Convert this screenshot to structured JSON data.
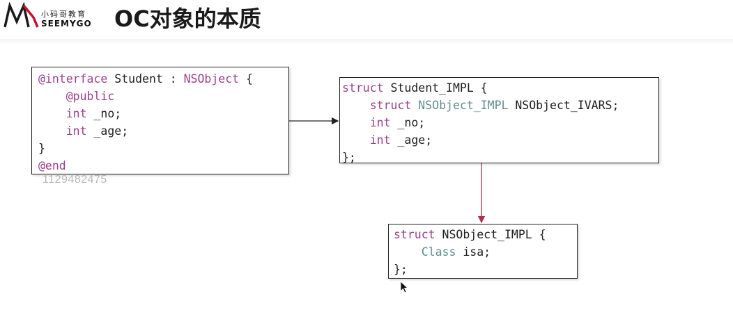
{
  "header": {
    "logo_text_cn": "小码哥教育",
    "logo_text_en": "SEEMYGO",
    "title": "OC对象的本质"
  },
  "boxes": {
    "interface": [
      [
        {
          "t": "@interface",
          "c": "kw"
        },
        {
          "t": " Student : ",
          "c": "plain"
        },
        {
          "t": "NSObject",
          "c": "kw"
        },
        {
          "t": " {",
          "c": "plain"
        }
      ],
      [
        {
          "t": "    ",
          "c": "plain"
        },
        {
          "t": "@public",
          "c": "kw"
        }
      ],
      [
        {
          "t": "    ",
          "c": "plain"
        },
        {
          "t": "int",
          "c": "kw"
        },
        {
          "t": " _no;",
          "c": "plain"
        }
      ],
      [
        {
          "t": "    ",
          "c": "plain"
        },
        {
          "t": "int",
          "c": "kw"
        },
        {
          "t": " _age;",
          "c": "plain"
        }
      ],
      [
        {
          "t": "}",
          "c": "plain"
        }
      ],
      [
        {
          "t": "@end",
          "c": "kw"
        }
      ]
    ],
    "student_impl": [
      [
        {
          "t": "struct",
          "c": "kw"
        },
        {
          "t": " Student_IMPL {",
          "c": "plain"
        }
      ],
      [
        {
          "t": "    ",
          "c": "plain"
        },
        {
          "t": "struct",
          "c": "kw"
        },
        {
          "t": " ",
          "c": "plain"
        },
        {
          "t": "NSObject_IMPL",
          "c": "ty"
        },
        {
          "t": " NSObject_IVARS;",
          "c": "plain"
        }
      ],
      [
        {
          "t": "    ",
          "c": "plain"
        },
        {
          "t": "int",
          "c": "kw"
        },
        {
          "t": " _no;",
          "c": "plain"
        }
      ],
      [
        {
          "t": "    ",
          "c": "plain"
        },
        {
          "t": "int",
          "c": "kw"
        },
        {
          "t": " _age;",
          "c": "plain"
        }
      ],
      [
        {
          "t": "};",
          "c": "plain"
        }
      ]
    ],
    "nsobject_impl": [
      [
        {
          "t": "struct",
          "c": "kw"
        },
        {
          "t": " NSObject_IMPL {",
          "c": "plain"
        }
      ],
      [
        {
          "t": "    ",
          "c": "plain"
        },
        {
          "t": "Class",
          "c": "ty"
        },
        {
          "t": " isa;",
          "c": "plain"
        }
      ],
      [
        {
          "t": "};",
          "c": "plain"
        }
      ]
    ]
  },
  "watermark": "1129482475",
  "colors": {
    "keyword": "#9b3f8c",
    "type": "#5f8e91",
    "arrow_black": "#222222",
    "arrow_red": "#b0324a",
    "logo_red": "#c8102e"
  },
  "icons": [
    "logo-m-icon",
    "cursor-icon"
  ]
}
